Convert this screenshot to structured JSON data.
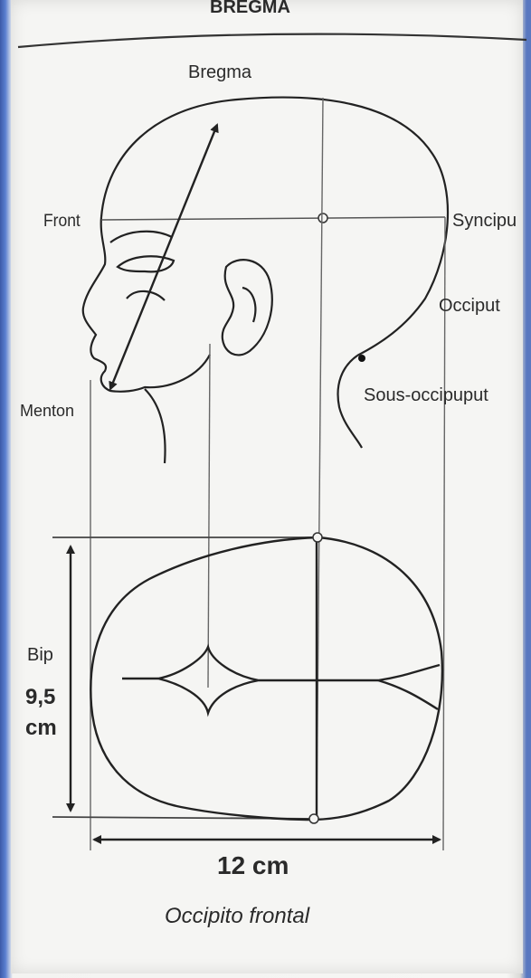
{
  "header_text": "BREGMA",
  "labels": {
    "bregma": "Bregma",
    "front": "Front",
    "syncipu": "Syncipu",
    "occiput": "Occiput",
    "sous_occiput": "Sous-occipuput",
    "menton": "Menton",
    "bip": "Bip",
    "bip_value": "9,5",
    "bip_unit": "cm",
    "width_value": "12 cm",
    "caption": "Occipito frontal"
  },
  "colors": {
    "frame": "#4a6fbf",
    "paper": "#f5f5f3",
    "ink": "#222222"
  }
}
